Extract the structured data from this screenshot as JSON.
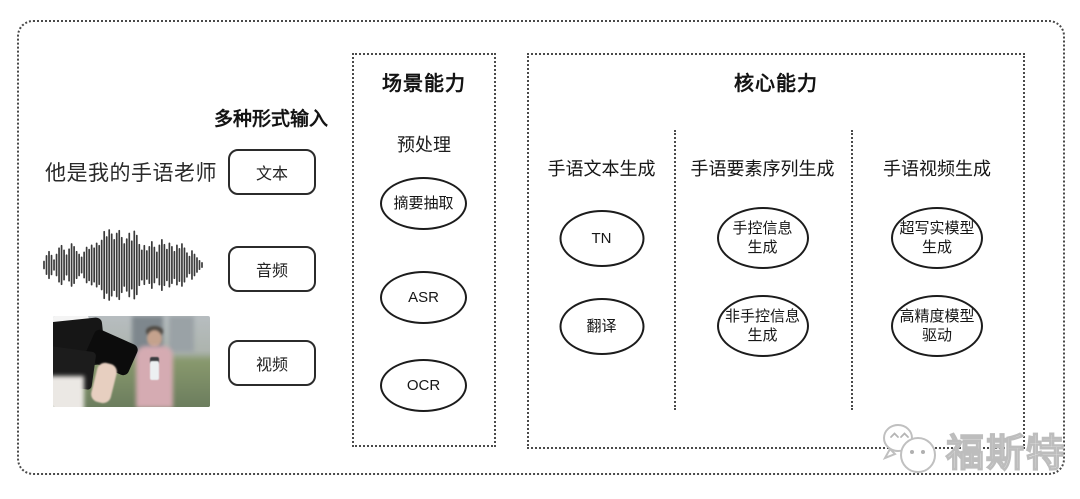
{
  "input_section": {
    "label": "多种形式输入",
    "text_example": "他是我的手语老师",
    "items": [
      {
        "label": "文本"
      },
      {
        "label": "音频"
      },
      {
        "label": "视频"
      }
    ]
  },
  "scene_box": {
    "title": "场景能力",
    "subtitle": "预处理",
    "nodes": [
      {
        "line1": "摘要抽取",
        "line2": ""
      },
      {
        "line1": "ASR",
        "line2": ""
      },
      {
        "line1": "OCR",
        "line2": ""
      }
    ]
  },
  "core_box": {
    "title": "核心能力",
    "columns": [
      {
        "header": "手语文本生成",
        "nodes": [
          {
            "line1": "TN",
            "line2": ""
          },
          {
            "line1": "翻译",
            "line2": ""
          }
        ]
      },
      {
        "header": "手语要素序列生成",
        "nodes": [
          {
            "line1": "手控信息",
            "line2": "生成"
          },
          {
            "line1": "非手控信息",
            "line2": "生成"
          }
        ]
      },
      {
        "header": "手语视频生成",
        "nodes": [
          {
            "line1": "超写实模型",
            "line2": "生成"
          },
          {
            "line1": "高精度模型",
            "line2": "驱动"
          }
        ]
      }
    ]
  },
  "watermark": {
    "text": "福斯特"
  },
  "waveform": {
    "heights": [
      0.1,
      0.26,
      0.38,
      0.27,
      0.14,
      0.3,
      0.48,
      0.55,
      0.42,
      0.28,
      0.45,
      0.6,
      0.52,
      0.38,
      0.3,
      0.22,
      0.36,
      0.5,
      0.44,
      0.56,
      0.48,
      0.62,
      0.55,
      0.7,
      0.95,
      0.8,
      1.0,
      0.88,
      0.72,
      0.9,
      0.98,
      0.78,
      0.6,
      0.74,
      0.9,
      0.68,
      0.96,
      0.84,
      0.58,
      0.42,
      0.55,
      0.4,
      0.52,
      0.66,
      0.5,
      0.36,
      0.56,
      0.72,
      0.58,
      0.44,
      0.62,
      0.52,
      0.38,
      0.56,
      0.46,
      0.6,
      0.48,
      0.34,
      0.24,
      0.4,
      0.3,
      0.2,
      0.12,
      0.06
    ]
  }
}
